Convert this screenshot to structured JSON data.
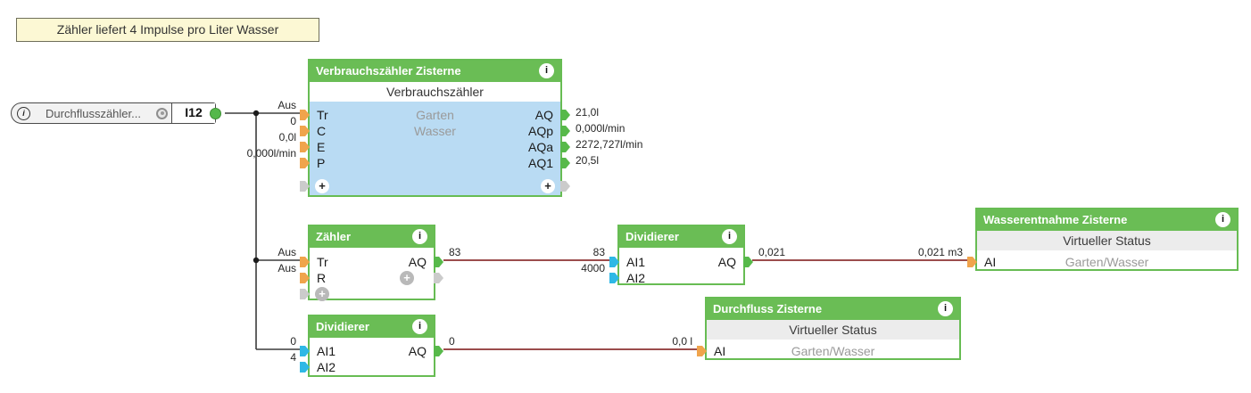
{
  "note": "Zähler liefert 4 Impulse pro Liter Wasser",
  "source": {
    "label": "Durchflusszähler...",
    "tag": "I12"
  },
  "icons": {
    "info": "i",
    "plus": "+"
  },
  "verbrauch": {
    "title": "Verbrauchszähler Zisterne",
    "subtitle": "Verbrauchszähler",
    "desc1": "Garten",
    "desc2": "Wasser",
    "in": [
      {
        "port": "Tr",
        "value": "Aus"
      },
      {
        "port": "C",
        "value": "0"
      },
      {
        "port": "E",
        "value": "0,0l"
      },
      {
        "port": "P",
        "value": "0,000l/min"
      }
    ],
    "out": [
      {
        "port": "AQ",
        "value": "21,0l"
      },
      {
        "port": "AQp",
        "value": "0,000l/min"
      },
      {
        "port": "AQa",
        "value": "2272,727l/min"
      },
      {
        "port": "AQ1",
        "value": "20,5l"
      }
    ]
  },
  "zaehler": {
    "title": "Zähler",
    "in": [
      {
        "port": "Tr",
        "value": "Aus"
      },
      {
        "port": "R",
        "value": "Aus"
      }
    ],
    "out": [
      {
        "port": "AQ",
        "value": "83"
      }
    ]
  },
  "div1": {
    "title": "Dividierer",
    "in": [
      {
        "port": "AI1",
        "value": "83"
      },
      {
        "port": "AI2",
        "value": "4000"
      }
    ],
    "out": [
      {
        "port": "AQ",
        "value": "0,021"
      }
    ],
    "dest": "0,021 m3"
  },
  "div2": {
    "title": "Dividierer",
    "in": [
      {
        "port": "AI1",
        "value": "0"
      },
      {
        "port": "AI2",
        "value": "4"
      }
    ],
    "out": [
      {
        "port": "AQ",
        "value": "0"
      }
    ],
    "dest": "0,0 l"
  },
  "wasserentnahme": {
    "title": "Wasserentnahme Zisterne",
    "subtitle": "Virtueller Status",
    "port": "AI",
    "desc": "Garten/Wasser"
  },
  "durchfluss": {
    "title": "Durchfluss Zisterne",
    "subtitle": "Virtueller Status",
    "port": "AI",
    "desc": "Garten/Wasser"
  }
}
